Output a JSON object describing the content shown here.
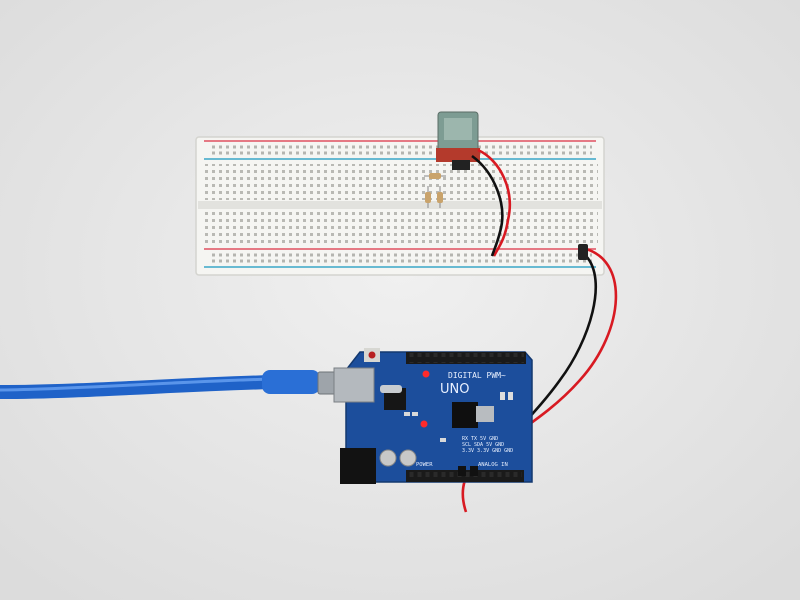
{
  "scene": {
    "board_labels": {
      "model": "UNO",
      "digital": "DIGITAL PWM~",
      "power": "POWER",
      "analog": "ANALOG IN",
      "pins_row1": "RX  TX  5V  GND",
      "pins_row2": "SCL SDA 5V  GND",
      "pins_row3": "3.3V 3.3V GND GND"
    },
    "colors": {
      "background": "#ececec",
      "breadboard": "#f6f6f4",
      "rail_red": "#e05060",
      "rail_blue": "#3aa6c8",
      "pcb_blue": "#1c4e9c",
      "usb_cable": "#1f62c8",
      "wire_red": "#d81a22",
      "wire_black": "#111111"
    }
  }
}
